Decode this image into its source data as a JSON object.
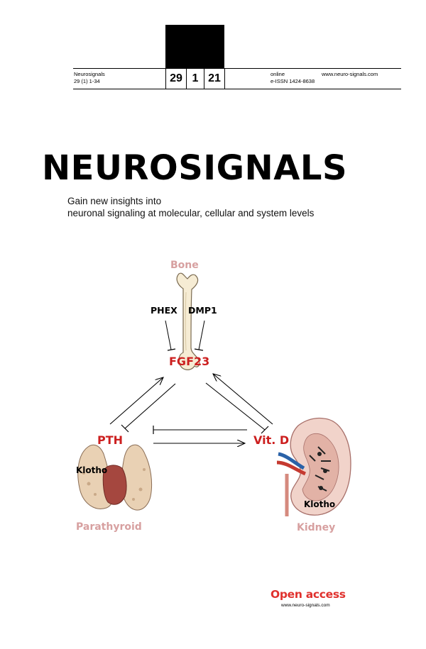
{
  "header": {
    "journal_name": "Neurosignals",
    "citation": "29 (1) 1-34",
    "volume": "29",
    "issue": "1",
    "year": "21",
    "online_label": "online",
    "website": "www.neuro-signals.com",
    "eissn": "e-ISSN 1424-8638"
  },
  "masthead": {
    "title": "NEUROSIGNALS",
    "tagline_line1": "Gain new insights into",
    "tagline_line2": "neuronal signaling at molecular, cellular and system levels"
  },
  "diagram": {
    "bone_label": "Bone",
    "phex_label": "PHEX",
    "dmp1_label": "DMP1",
    "fgf23_label": "FGF23",
    "pth_label": "PTH",
    "vitd_label": "Vit. D",
    "klotho_parathyroid_label": "Klotho",
    "klotho_kidney_label": "Klotho",
    "parathyroid_label": "Parathyroid",
    "kidney_label": "Kidney",
    "colors": {
      "organ_label": "#d7a0a0",
      "hormone_label": "#cc1f1f",
      "bone_fill": "#f6ecd4",
      "parathyroid_fill": "#e9d1b4",
      "parathyroid_center": "#a5473f",
      "kidney_fill": "#f1d3ca"
    }
  },
  "footer": {
    "open_access": "Open access",
    "url": "www.neuro-signals.com"
  }
}
